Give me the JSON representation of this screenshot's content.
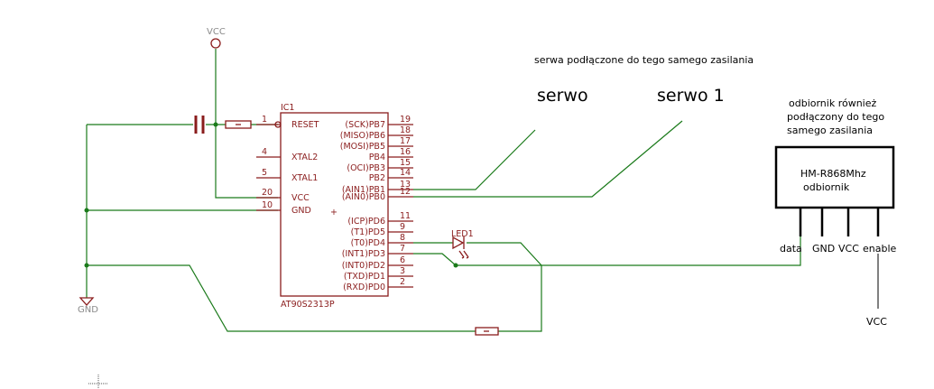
{
  "power": {
    "vcc_top": "VCC",
    "gnd": "GND",
    "vcc_bottom": "VCC"
  },
  "ic": {
    "name": "IC1",
    "part": "AT90S2313P",
    "left_pins": [
      {
        "num": "1",
        "label": "RESET"
      },
      {
        "num": "4",
        "label": "XTAL2"
      },
      {
        "num": "5",
        "label": "XTAL1"
      },
      {
        "num": "20",
        "label": "VCC"
      },
      {
        "num": "10",
        "label": "GND"
      }
    ],
    "right_pins": [
      {
        "num": "19",
        "label": "(SCK)PB7"
      },
      {
        "num": "18",
        "label": "(MISO)PB6"
      },
      {
        "num": "17",
        "label": "(MOSI)PB5"
      },
      {
        "num": "16",
        "label": "PB4"
      },
      {
        "num": "15",
        "label": "(OCI)PB3"
      },
      {
        "num": "14",
        "label": "PB2"
      },
      {
        "num": "13",
        "label": "(AIN1)PB1"
      },
      {
        "num": "12",
        "label": "(AIN0)PB0"
      },
      {
        "num": "11",
        "label": "(ICP)PD6"
      },
      {
        "num": "9",
        "label": "(T1)PD5"
      },
      {
        "num": "8",
        "label": "(T0)PD4"
      },
      {
        "num": "7",
        "label": "(INT1)PD3"
      },
      {
        "num": "6",
        "label": "(INT0)PD2"
      },
      {
        "num": "3",
        "label": "(TXD)PD1"
      },
      {
        "num": "2",
        "label": "(RXD)PD0"
      }
    ]
  },
  "led": {
    "name": "LED1"
  },
  "annotations": {
    "servo_note": "serwa podłączone do tego samego zasilania",
    "servo1": "serwo",
    "servo2": "serwo 1",
    "receiver_note": [
      "odbiornik również",
      "podłączony do tego",
      "samego zasilania"
    ]
  },
  "receiver": {
    "title": "HM-R868Mhz",
    "subtitle": "odbiornik",
    "pins": [
      "data",
      "GND",
      "VCC",
      "enable"
    ]
  }
}
